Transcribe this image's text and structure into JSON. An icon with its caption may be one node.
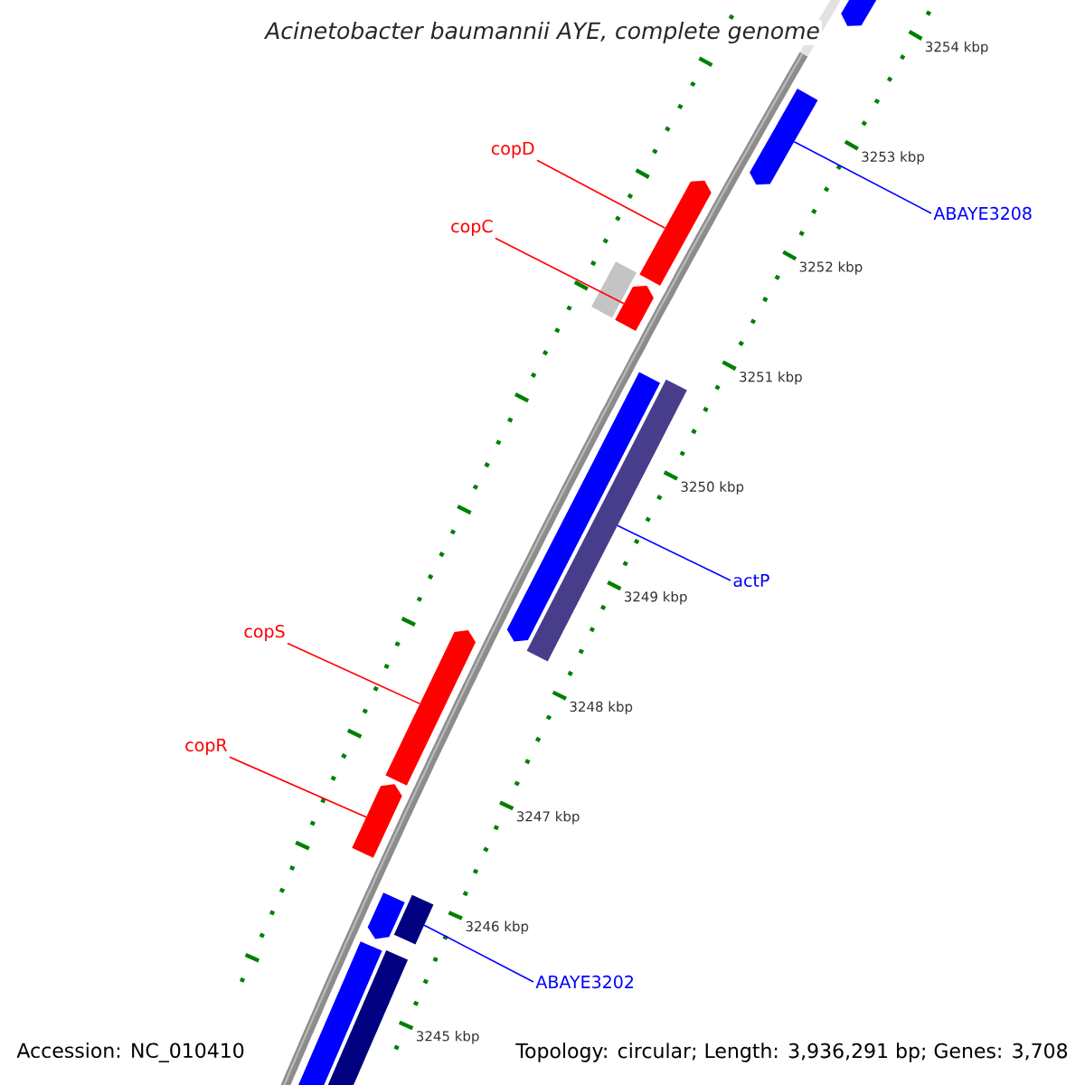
{
  "diagram": {
    "title": "Acinetobacter baumannii AYE, complete genome",
    "nodes": [
      {
        "text": [],
        "shape": "pentagon"
      },
      {
        "text": [],
        "shape": "pentagon"
      },
      {
        "text": [
          "copD"
        ]
      },
      {
        "text": [
          "ABAYE3208"
        ]
      },
      {
        "text": [],
        "shape": "pentagon"
      },
      {
        "text": [
          "copC"
        ]
      },
      {
        "text": [],
        "shape": "bar"
      },
      {
        "text": [],
        "shape": "pentagon"
      },
      {
        "text": [],
        "shape": "pentagon"
      },
      {
        "text": [],
        "shape": "bar"
      },
      {
        "text": [
          "actP"
        ]
      },
      {
        "text": [
          "copS"
        ]
      },
      {
        "text": [],
        "shape": "pentagon"
      },
      {
        "text": [
          "copR"
        ]
      },
      {
        "text": [],
        "shape": "pentagon"
      },
      {
        "text": [],
        "shape": "pentagon"
      },
      {
        "text": [],
        "shape": "bar"
      },
      {
        "text": [
          "ABAYE3202"
        ]
      },
      {
        "text": [],
        "shape": "bar"
      },
      {
        "text": [],
        "shape": "bar"
      }
    ],
    "edges": [
      {
        "from": 2,
        "to": 4,
        "arrow": "none"
      },
      {
        "from": 3,
        "to": 1,
        "arrow": "none",
        "color": "#0000ff"
      },
      {
        "from": 5,
        "to": 7,
        "arrow": "none"
      },
      {
        "from": 10,
        "to": 9,
        "arrow": "none",
        "color": "#0000ff"
      },
      {
        "from": 11,
        "to": 12,
        "arrow": "none"
      },
      {
        "from": 13,
        "to": 14,
        "arrow": "none"
      },
      {
        "from": 17,
        "to": 16,
        "arrow": "none",
        "color": "#0000ff"
      }
    ],
    "labels": [
      "3254 kbp",
      "3253 kbp",
      "3252 kbp",
      "3251 kbp",
      "3250 kbp",
      "3249 kbp",
      "3248 kbp",
      "3247 kbp",
      "3246 kbp",
      "3245 kbp",
      "Accession: NC_010410",
      "Topology: circular; Length: 3,936,291 bp; Genes: 3,708"
    ]
  }
}
